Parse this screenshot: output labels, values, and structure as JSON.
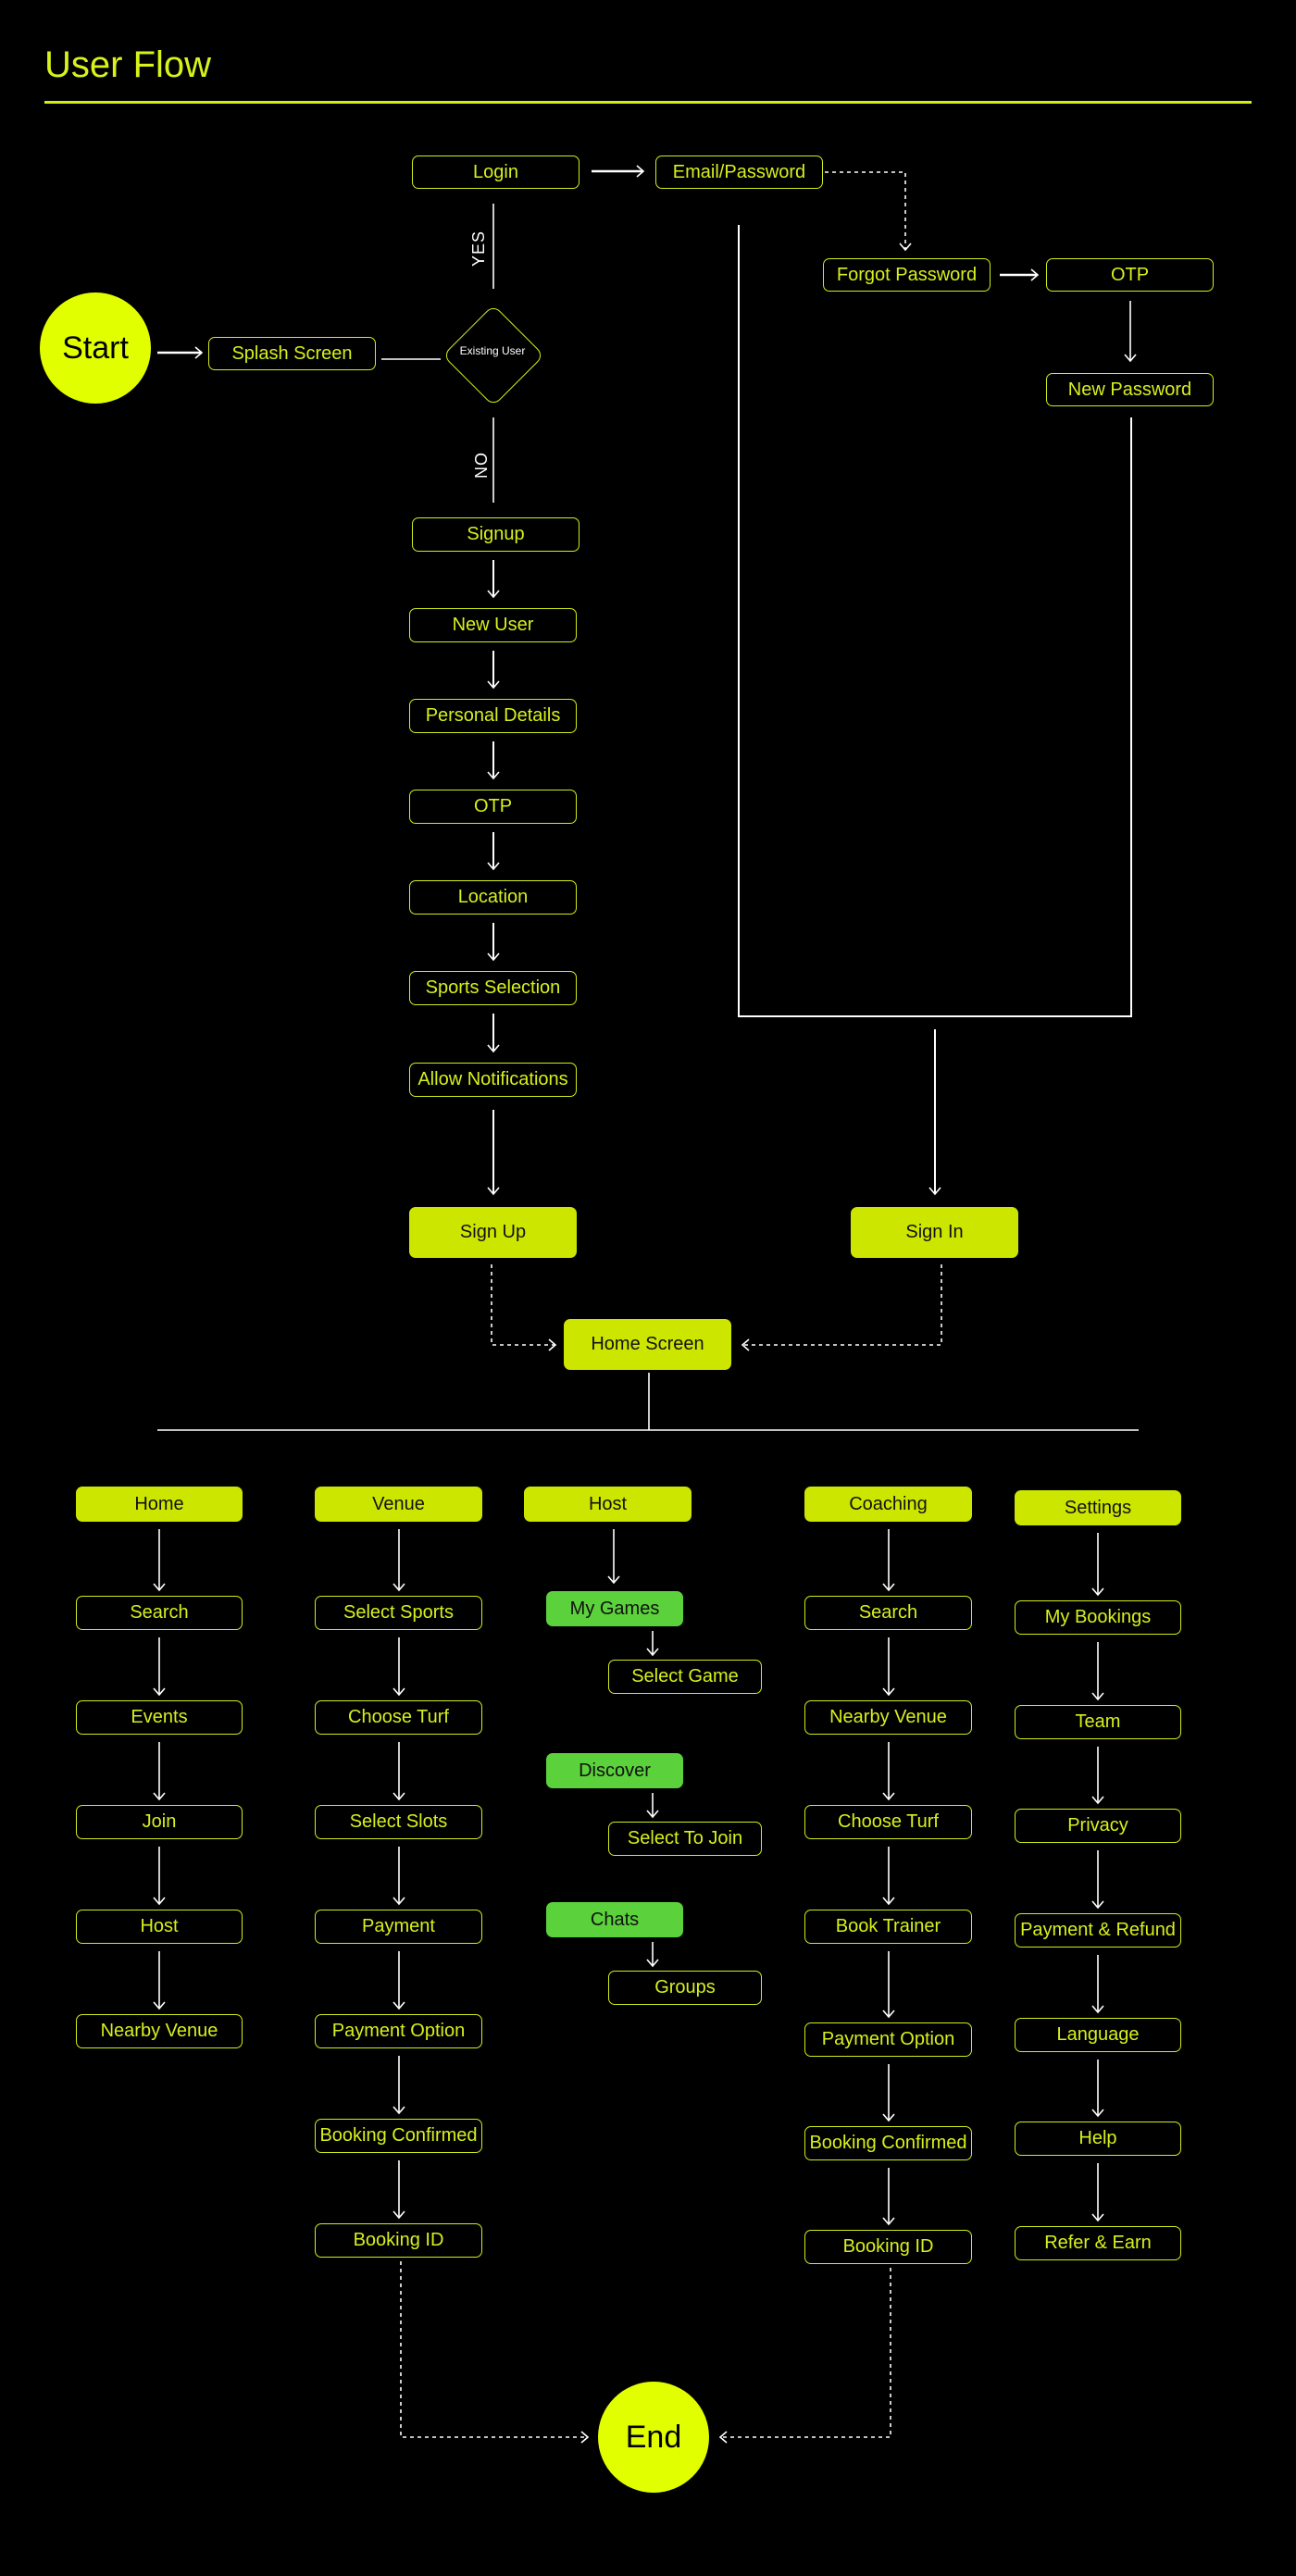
{
  "title": "User Flow",
  "start": "Start",
  "end": "End",
  "auth": {
    "splash": "Splash Screen",
    "decision": "Existing User",
    "yes": "YES",
    "no": "NO",
    "login": "Login",
    "email_password": "Email/Password",
    "forgot_password": "Forgot Password",
    "otp": "OTP",
    "new_password": "New Password",
    "signup": "Signup",
    "signup_steps": [
      "New User",
      "Personal Details",
      "OTP",
      "Location",
      "Sports Selection",
      "Allow Notifications"
    ],
    "sign_up": "Sign Up",
    "sign_in": "Sign In",
    "home_screen": "Home Screen"
  },
  "columns": {
    "home": {
      "header": "Home",
      "items": [
        "Search",
        "Events",
        "Join",
        "Host",
        "Nearby Venue"
      ]
    },
    "venue": {
      "header": "Venue",
      "items": [
        "Select Sports",
        "Choose Turf",
        "Select Slots",
        "Payment",
        "Payment Option",
        "Booking Confirmed",
        "Booking ID"
      ]
    },
    "host": {
      "header": "Host",
      "groups": [
        {
          "label": "My Games",
          "child": "Select Game"
        },
        {
          "label": "Discover",
          "child": "Select To Join"
        },
        {
          "label": "Chats",
          "child": "Groups"
        }
      ]
    },
    "coaching": {
      "header": "Coaching",
      "items": [
        "Search",
        "Nearby Venue",
        "Choose Turf",
        "Book Trainer",
        "Payment Option",
        "Booking Confirmed",
        "Booking ID"
      ]
    },
    "settings": {
      "header": "Settings",
      "items": [
        "My Bookings",
        "Team",
        "Privacy",
        "Payment & Refund",
        "Language",
        "Help",
        "Refer & Earn"
      ]
    }
  },
  "colors": {
    "accent": "#d4ec1a",
    "fill": "#cde600",
    "circle": "#e2ff00",
    "green": "#5bd13b"
  }
}
